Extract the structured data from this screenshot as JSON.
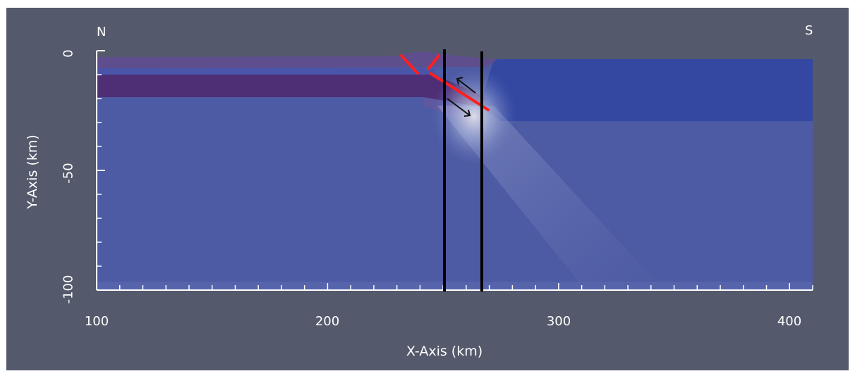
{
  "chart_data": {
    "type": "heatmap",
    "xlabel": "X-Axis (km)",
    "ylabel": "Y-Axis (km)",
    "xlim": [
      100,
      410
    ],
    "ylim": [
      -100,
      0
    ],
    "x_ticks": [
      100,
      200,
      300,
      400
    ],
    "x_tick_labels": [
      "100",
      "200",
      "300",
      "400"
    ],
    "y_ticks": [
      0,
      -50,
      -100
    ],
    "y_tick_labels": [
      "0",
      "-50",
      "-100"
    ],
    "annotations": {
      "left_corner": "N",
      "right_corner": "S"
    },
    "vertical_markers_x": [
      251,
      267
    ],
    "colors": {
      "background": "#545a6c",
      "mantle": "#4d5ba4",
      "upper_layer": "#5e4e8e",
      "lower_crust": "#4e2f75",
      "right_plate": "#3448a2",
      "fault_lines": "#ff1f1f",
      "markers": "#000000"
    }
  }
}
